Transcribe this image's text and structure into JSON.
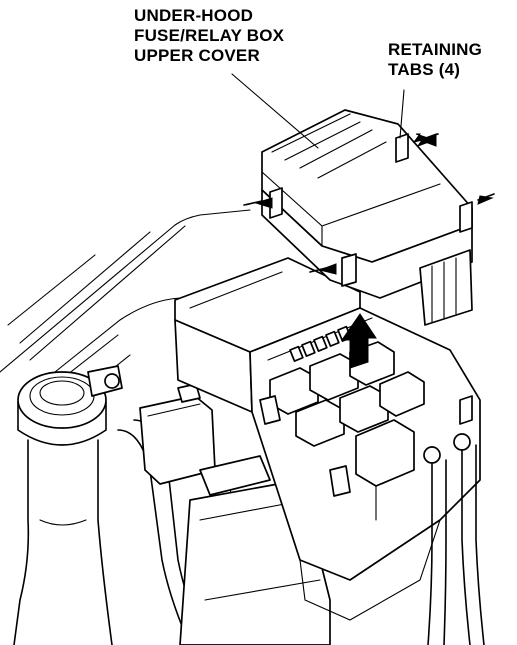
{
  "labels": {
    "cover": [
      "UNDER-HOOD",
      "FUSE/RELAY BOX",
      "UPPER COVER"
    ],
    "tabs": [
      "RETAINING",
      "TABS (4)"
    ]
  },
  "colors": {
    "ink": "#000000",
    "background": "#ffffff"
  },
  "icons": {
    "lift_direction": "arrow-up-icon",
    "tab_pointer": "arrow-pointer-icon"
  }
}
